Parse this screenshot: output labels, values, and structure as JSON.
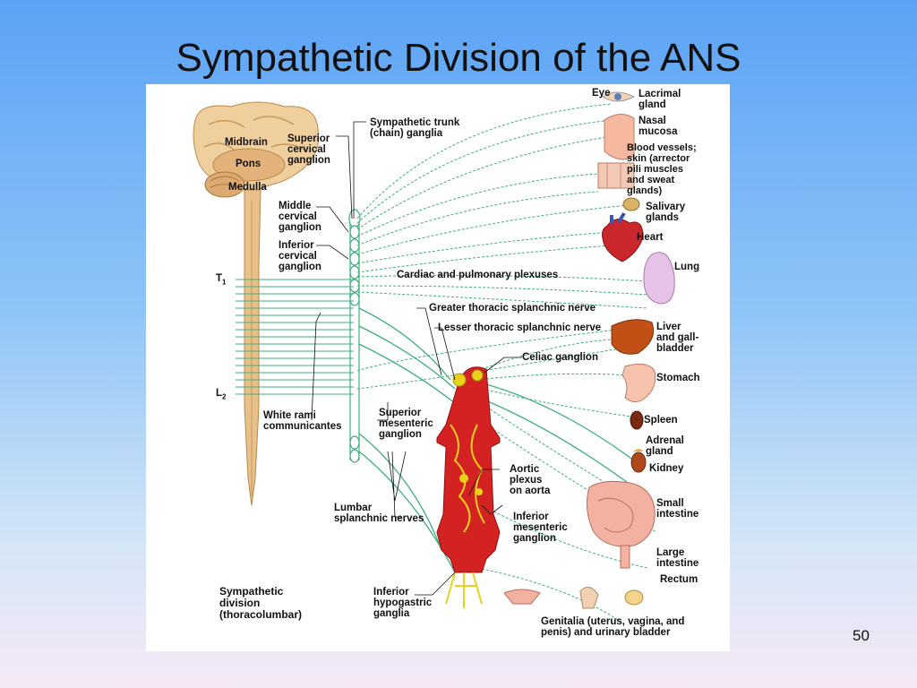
{
  "slide": {
    "title": "Sympathetic Division of the ANS",
    "page_number": "50"
  },
  "labels": {
    "midbrain": "Midbrain",
    "pons": "Pons",
    "medulla": "Medulla",
    "superior_cervical": "Superior\ncervical\nganglion",
    "sympathetic_trunk": "Sympathetic trunk\n(chain) ganglia",
    "middle_cervical": "Middle\ncervical\nganglion",
    "inferior_cervical": "Inferior\ncervical\nganglion",
    "t1": "T",
    "t1_sub": "1",
    "l2": "L",
    "l2_sub": "2",
    "cardiac_plexuses": "Cardiac and pulmonary plexuses",
    "greater_splanchnic": "Greater thoracic splanchnic nerve",
    "lesser_splanchnic": "Lesser thoracic splanchnic nerve",
    "celiac_ganglion": "Celiac ganglion",
    "white_rami": "White rami\ncommunicantes",
    "superior_mesenteric": "Superior\nmesenteric\nganglion",
    "aortic_plexus": "Aortic\nplexus\non aorta",
    "inferior_mesenteric": "Inferior\nmesenteric\nganglion",
    "lumbar_splanchnic": "Lumbar\nsplanchnic nerves",
    "inferior_hypogastric": "Inferior\nhypogastric\nganglia",
    "division_caption": "Sympathetic\ndivision\n(thoracolumbar)",
    "eye": "Eye",
    "lacrimal": "Lacrimal\ngland",
    "nasal": "Nasal\nmucosa",
    "blood_vessels": "Blood vessels;\nskin (arrector\npili muscles\nand sweat\nglands)",
    "salivary": "Salivary\nglands",
    "heart": "Heart",
    "lung": "Lung",
    "liver": "Liver\nand gall-\nbladder",
    "stomach": "Stomach",
    "spleen": "Spleen",
    "adrenal": "Adrenal\ngland",
    "kidney": "Kidney",
    "small_intestine": "Small\nintestine",
    "large_intestine": "Large\nintestine",
    "rectum": "Rectum",
    "genitalia": "Genitalia (uterus, vagina, and\npenis) and urinary bladder"
  },
  "colors": {
    "nerve": "#3fae7e",
    "spinal_cord": "#e8c08a",
    "aorta": "#d42222",
    "plexus": "#e8d21a"
  }
}
